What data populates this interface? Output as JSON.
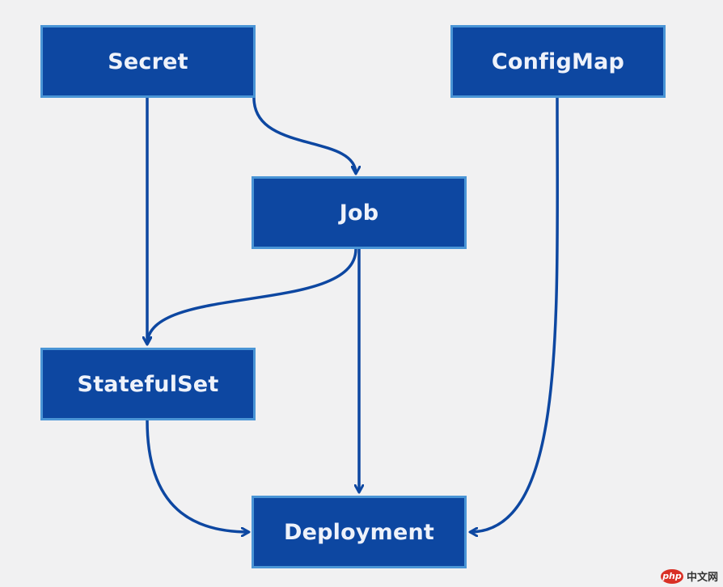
{
  "diagram": {
    "nodes": {
      "secret": "Secret",
      "configmap": "ConfigMap",
      "job": "Job",
      "statefulset": "StatefulSet",
      "deployment": "Deployment"
    },
    "edges": [
      {
        "from": "secret",
        "to": "job"
      },
      {
        "from": "secret",
        "to": "statefulset"
      },
      {
        "from": "job",
        "to": "statefulset"
      },
      {
        "from": "job",
        "to": "deployment"
      },
      {
        "from": "statefulset",
        "to": "deployment"
      },
      {
        "from": "configmap",
        "to": "deployment"
      }
    ],
    "colors": {
      "node_fill": "#0d47a1",
      "node_border": "#4a95d6",
      "edge": "#0d47a1",
      "background": "#f1f1f2"
    }
  },
  "watermark": {
    "logo": "php",
    "text": "中文网"
  }
}
